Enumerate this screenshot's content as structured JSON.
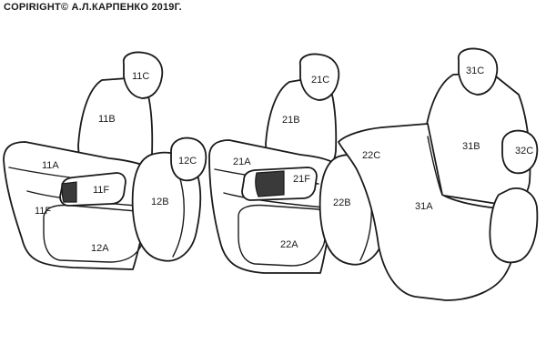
{
  "copyright": "COPIRIGHT© А.Л.КАРПЕНКО 2019Г.",
  "labels": {
    "l11C": "11C",
    "l11B": "11B",
    "l11A": "11A",
    "l11F_armrest": "11F",
    "l11F_side": "11F",
    "l12C": "12C",
    "l12B": "12B",
    "l12A": "12A",
    "l21C": "21C",
    "l21B": "21B",
    "l21A": "21A",
    "l21F": "21F",
    "l22C": "22C",
    "l22B": "22B",
    "l22A": "22A",
    "l31C": "31C",
    "l31B": "31B",
    "l31A": "31A",
    "l32C": "32C"
  }
}
